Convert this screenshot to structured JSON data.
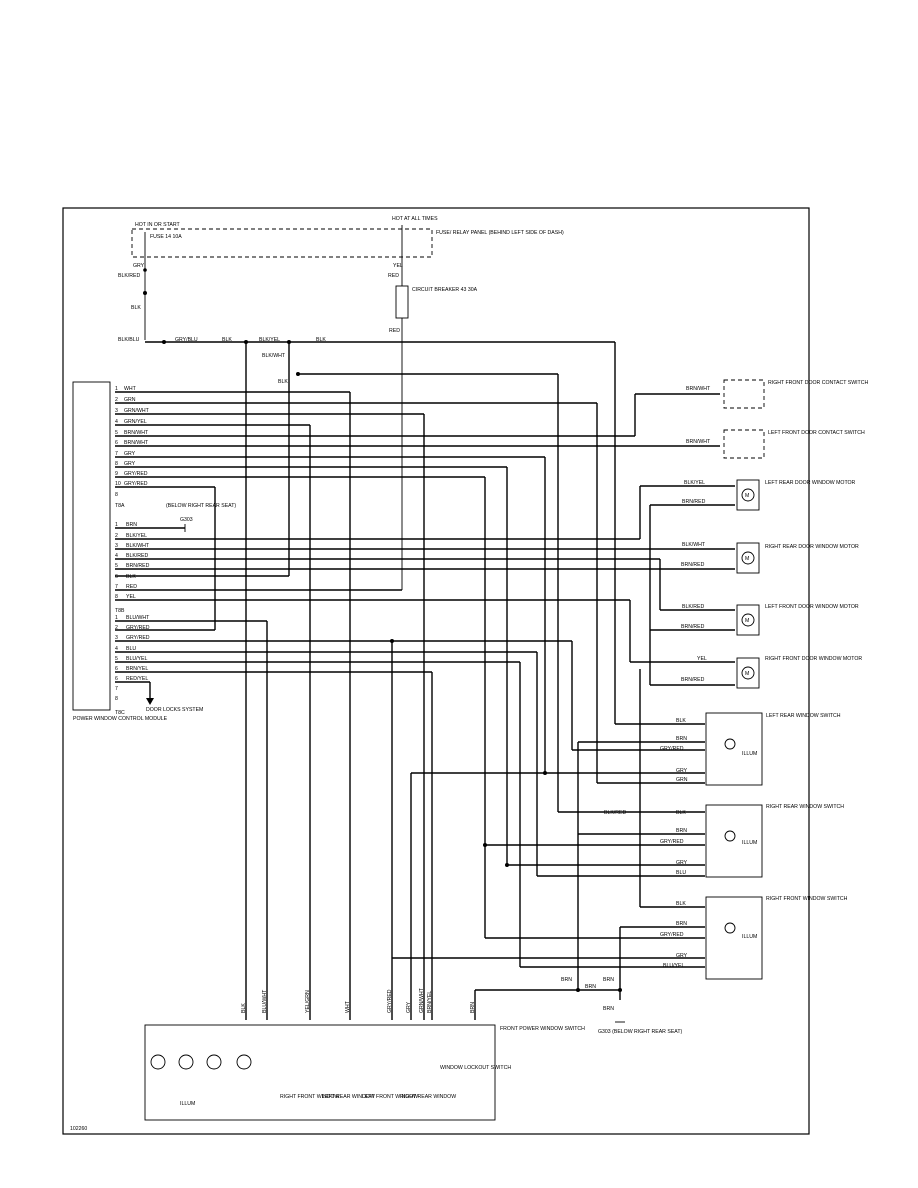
{
  "diagram_id": "102260",
  "supply": {
    "hot_run_start": "HOT IN OR START",
    "hot_at_all_times": "HOT AT ALL TIMES",
    "fuse": "FUSE 14 10A",
    "fuse_panel": "FUSE/ RELAY PANEL (BEHIND LEFT SIDE OF DASH)",
    "circuit_breaker": "CIRCUIT BREAKER 43 30A",
    "wires": [
      "GRY",
      "BLK/RED",
      "BLK",
      "BLK/BLU",
      "GRY/BLU",
      "BLK",
      "BLK/YEL",
      "BLK",
      "YEL",
      "RED",
      "RED",
      "BLK/WHT",
      "BLK"
    ]
  },
  "module": {
    "label": "POWER WINDOW CONTROL MODULE",
    "connector_t8a": "T8A",
    "connector_t8b": "T8B",
    "connector_t8c": "T8C",
    "t8a_pins": [
      {
        "pin": "1",
        "wire": "WHT"
      },
      {
        "pin": "2",
        "wire": "GRN"
      },
      {
        "pin": "3",
        "wire": "GRN/WHT"
      },
      {
        "pin": "4",
        "wire": "GRN/YEL"
      },
      {
        "pin": "5",
        "wire": "BRN/WHT"
      },
      {
        "pin": "6",
        "wire": "BRN/WHT"
      },
      {
        "pin": "7",
        "wire": "GRY"
      },
      {
        "pin": "8",
        "wire": "GRY"
      },
      {
        "pin": "9",
        "wire": "GRY/RED"
      },
      {
        "pin": "10",
        "wire": "GRY/RED"
      },
      {
        "pin": "8",
        "wire": ""
      }
    ],
    "t8b_pins": [
      {
        "pin": "1",
        "wire": "BRN"
      },
      {
        "pin": "2",
        "wire": "BLK/YEL"
      },
      {
        "pin": "3",
        "wire": "BLK/WHT"
      },
      {
        "pin": "4",
        "wire": "BLK/RED"
      },
      {
        "pin": "5",
        "wire": "BRN/RED"
      },
      {
        "pin": "6",
        "wire": "BLK"
      },
      {
        "pin": "7",
        "wire": "RED"
      },
      {
        "pin": "8",
        "wire": "YEL"
      }
    ],
    "t8c_pins": [
      {
        "pin": "1",
        "wire": "BLU/WHT"
      },
      {
        "pin": "2",
        "wire": "GRY/RED"
      },
      {
        "pin": "3",
        "wire": "GRY/RED"
      },
      {
        "pin": "4",
        "wire": "BLU"
      },
      {
        "pin": "5",
        "wire": "BLU/YEL"
      },
      {
        "pin": "6",
        "wire": "BRN/YEL"
      },
      {
        "pin": "6",
        "wire": "RED/YEL"
      },
      {
        "pin": "7",
        "wire": ""
      },
      {
        "pin": "8",
        "wire": ""
      }
    ],
    "ground_note": "(BELOW RIGHT REAR SEAT)",
    "ground_id": "G303",
    "door_locks": "DOOR LOCKS SYSTEM"
  },
  "components": {
    "right_front_door_contact": "RIGHT FRONT DOOR CONTACT SWITCH",
    "left_front_door_contact": "LEFT FRONT DOOR CONTACT SWITCH",
    "left_rear_motor": "LEFT REAR DOOR WINDOW MOTOR",
    "right_rear_motor": "RIGHT REAR DOOR WINDOW MOTOR",
    "left_front_motor": "LEFT FRONT DOOR WINDOW MOTOR",
    "right_front_motor": "RIGHT FRONT DOOR WINDOW MOTOR",
    "left_rear_switch": "LEFT REAR WINDOW SWITCH",
    "right_rear_switch": "RIGHT REAR WINDOW SWITCH",
    "right_front_switch": "RIGHT FRONT WINDOW SWITCH",
    "front_power_switch": "FRONT POWER WINDOW SWITCH",
    "lockout_switch": "WINDOW LOCKOUT SWITCH",
    "illum": "ILLUM",
    "ground_g303": "G303 (BELOW RIGHT REAR SEAT)"
  },
  "labels": {
    "brn_wht": "BRN/WHT",
    "blk_yel": "BLK/YEL",
    "brn_red": "BRN/RED",
    "blk_wht": "BLK/WHT",
    "blk_red": "BLK/RED",
    "yel": "YEL",
    "blk": "BLK",
    "brn": "BRN",
    "gry_red": "GRY/RED",
    "gry": "GRY",
    "grn": "GRN",
    "blu": "BLU",
    "blu_yel": "BLU/YEL",
    "blk_red2": "BLK/RED"
  },
  "bottom_switch_labels": [
    "RIGHT FRONT WINDOW",
    "LEFT REAR WINDOW",
    "LEFT FRONT WINDOW",
    "RIGHT REAR WINDOW"
  ],
  "bottom_pin_wires": [
    "BLK",
    "BLU/WHT",
    "YEL/GRN",
    "WHT",
    "GRY/RED",
    "GRY",
    "GRN/WHT",
    "BRN/YEL",
    "BRN"
  ]
}
